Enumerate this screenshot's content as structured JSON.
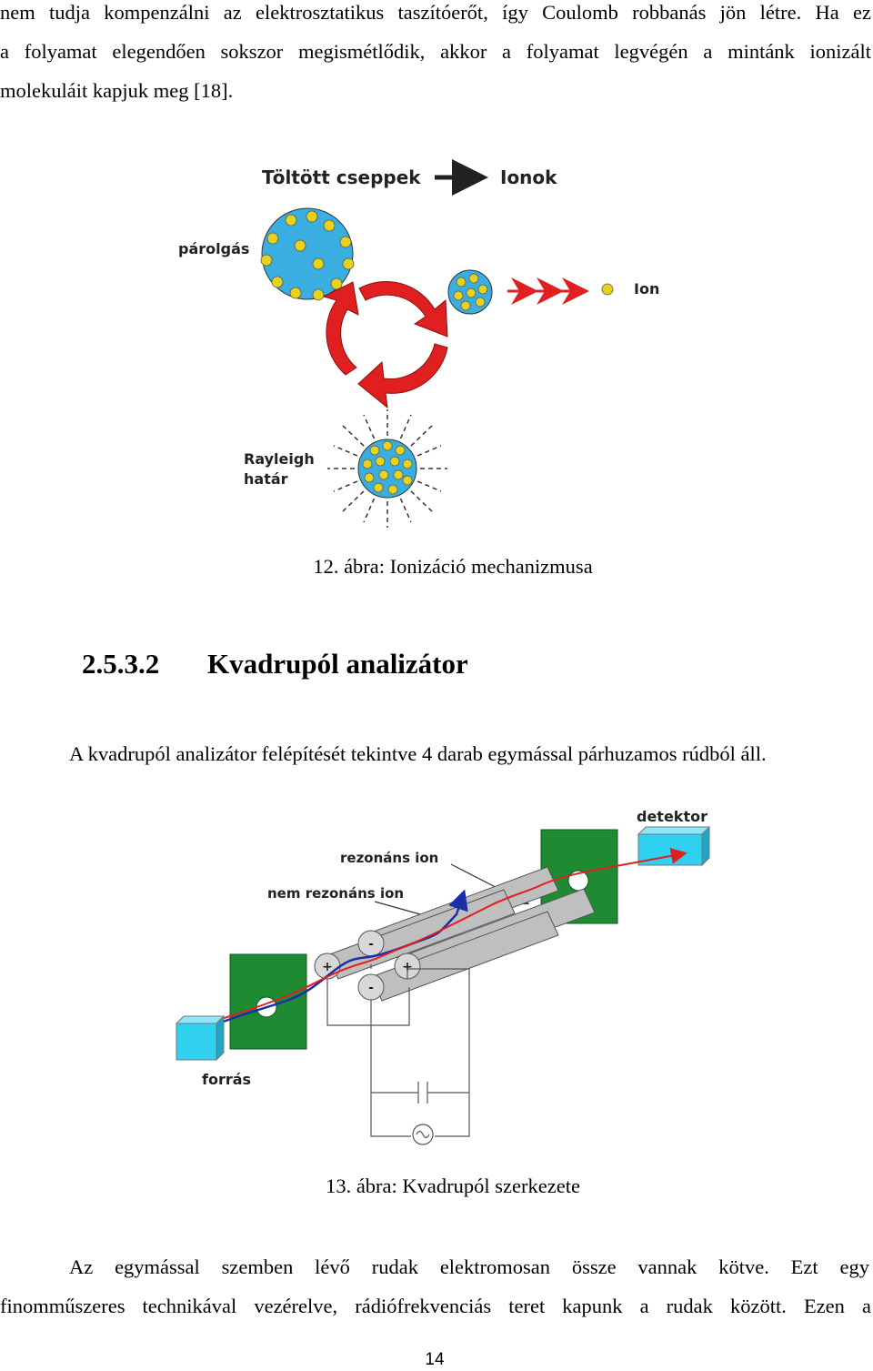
{
  "top_paragraph": {
    "lines": [
      "nem tudja kompenzálni az elektrosztatikus taszítóerőt, így Coulomb robbanás jön létre. Ha ez",
      "a folyamat elegendően sokszor megismétlődik, akkor a folyamat legvégén a mintánk ionizált",
      "molekuláit kapjuk meg [18]."
    ]
  },
  "figure12": {
    "title_left": "Töltött cseppek",
    "title_right": "Ionok",
    "label_evaporation": "párolgás",
    "label_ion": "Ion",
    "label_rayleigh_1": "Rayleigh",
    "label_rayleigh_2": "határ",
    "caption": "12. ábra: Ionizáció mechanizmusa"
  },
  "section": {
    "number": "2.5.3.2",
    "title": "Kvadrupól analizátor"
  },
  "paragraph_intro": "A kvadrupól analizátor felépítését tekintve 4 darab egymással párhuzamos rúdból áll.",
  "figure13": {
    "label_detector": "detektor",
    "label_resonant": "rezonáns ion",
    "label_nonresonant": "nem rezonáns ion",
    "label_source": "forrás",
    "rod_signs": [
      "-",
      "+",
      "+",
      "-"
    ],
    "caption": "13. ábra: Kvadrupól szerkezete"
  },
  "bottom_paragraph": {
    "line1": "Az egymással szemben lévő rudak elektromosan össze vannak kötve. Ezt egy",
    "line2": "finomműszeres technikával vezérelve, rádiófrekvenciás teret kapunk a rudak között. Ezen a"
  },
  "page_number": "14",
  "colors": {
    "droplet": "#3aaee0",
    "ion_yellow": "#e8d21c",
    "arrow_red": "#e02020",
    "plate_green": "#1e8a32",
    "box_cyan": "#2fd0f0",
    "path_blue": "#1a2fa8"
  }
}
